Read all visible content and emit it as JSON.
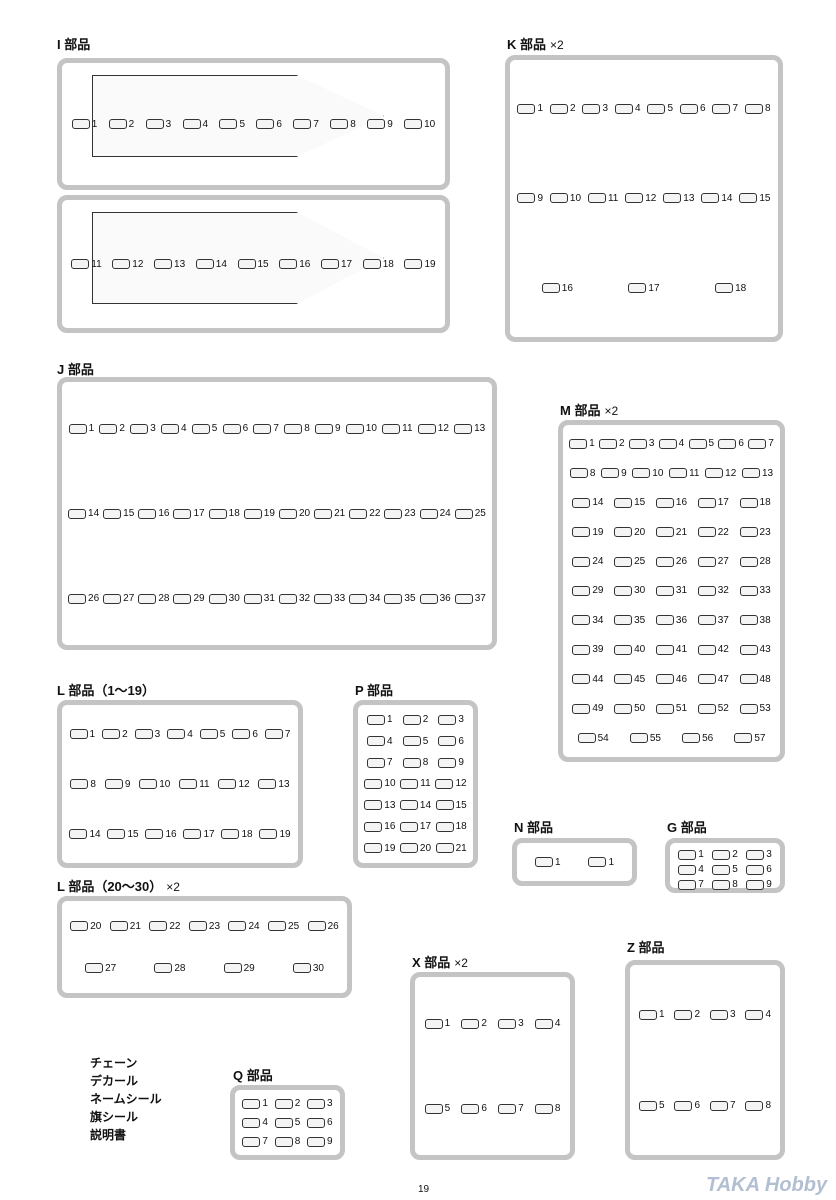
{
  "sprues": [
    {
      "id": "I",
      "title": "I 部品",
      "mult": "",
      "parts": [
        "1",
        "2",
        "3",
        "4",
        "5",
        "6",
        "7",
        "8",
        "9",
        "10",
        "11",
        "12",
        "13",
        "14",
        "15",
        "16",
        "17",
        "18",
        "19"
      ]
    },
    {
      "id": "K",
      "title": "K 部品",
      "mult": "×2",
      "parts": [
        "1",
        "2",
        "3",
        "4",
        "5",
        "6",
        "7",
        "8",
        "9",
        "10",
        "11",
        "12",
        "13",
        "14",
        "15",
        "16",
        "17",
        "18"
      ]
    },
    {
      "id": "J",
      "title": "J 部品",
      "mult": "",
      "parts": [
        "1",
        "2",
        "3",
        "4",
        "5",
        "6",
        "7",
        "8",
        "9",
        "10",
        "11",
        "12",
        "13",
        "14",
        "15",
        "16",
        "17",
        "18",
        "19",
        "20",
        "21",
        "22",
        "23",
        "24",
        "25",
        "26",
        "27",
        "28",
        "29",
        "30",
        "31",
        "32",
        "33",
        "34",
        "35",
        "36",
        "37"
      ]
    },
    {
      "id": "M",
      "title": "M 部品",
      "mult": "×2",
      "parts": [
        "1",
        "2",
        "3",
        "4",
        "5",
        "6",
        "7",
        "8",
        "9",
        "10",
        "11",
        "12",
        "13",
        "14",
        "15",
        "16",
        "17",
        "18",
        "19",
        "20",
        "21",
        "22",
        "23",
        "24",
        "25",
        "26",
        "27",
        "28",
        "29",
        "30",
        "31",
        "32",
        "33",
        "34",
        "35",
        "36",
        "37",
        "38",
        "39",
        "40",
        "41",
        "42",
        "43",
        "44",
        "45",
        "46",
        "47",
        "48",
        "49",
        "50",
        "51",
        "52",
        "53",
        "54",
        "55",
        "56",
        "57"
      ]
    },
    {
      "id": "L1",
      "title": "L 部品（1〜19）",
      "mult": "",
      "parts": [
        "1",
        "2",
        "3",
        "4",
        "5",
        "6",
        "7",
        "8",
        "9",
        "10",
        "11",
        "12",
        "13",
        "14",
        "15",
        "16",
        "17",
        "18",
        "19"
      ]
    },
    {
      "id": "P",
      "title": "P 部品",
      "mult": "",
      "parts": [
        "1",
        "2",
        "3",
        "4",
        "5",
        "6",
        "7",
        "8",
        "9",
        "10",
        "11",
        "12",
        "13",
        "14",
        "15",
        "16",
        "17",
        "18",
        "19",
        "20",
        "21"
      ]
    },
    {
      "id": "N",
      "title": "N 部品",
      "mult": "",
      "parts": [
        "1",
        "1"
      ]
    },
    {
      "id": "G",
      "title": "G 部品",
      "mult": "",
      "parts": [
        "1",
        "2",
        "3",
        "4",
        "5",
        "6",
        "7",
        "8",
        "9"
      ]
    },
    {
      "id": "L2",
      "title": "L 部品（20〜30）",
      "mult": "×2",
      "parts": [
        "20",
        "21",
        "22",
        "23",
        "24",
        "25",
        "26",
        "27",
        "28",
        "29",
        "30"
      ]
    },
    {
      "id": "X",
      "title": "X 部品",
      "mult": "×2",
      "parts": [
        "1",
        "2",
        "3",
        "4",
        "5",
        "6",
        "7",
        "8"
      ]
    },
    {
      "id": "Z",
      "title": "Z 部品",
      "mult": "",
      "parts": [
        "1",
        "2",
        "3",
        "4",
        "5",
        "6",
        "7",
        "8"
      ]
    },
    {
      "id": "Q",
      "title": "Q 部品",
      "mult": "",
      "parts": [
        "1",
        "2",
        "3",
        "4",
        "5",
        "6",
        "7",
        "8",
        "9"
      ]
    }
  ],
  "other_items": [
    "チェーン",
    "デカール",
    "ネームシール",
    "旗シール",
    "説明書"
  ],
  "page_number": "19",
  "watermark": "TAKA Hobby"
}
